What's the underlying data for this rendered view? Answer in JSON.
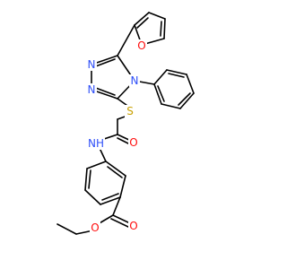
{
  "atoms": {
    "furan_o": {
      "symbol": "O",
      "color": "#ff0d0d"
    },
    "triazole_n1": {
      "symbol": "N",
      "color": "#3050f8"
    },
    "triazole_n2": {
      "symbol": "N",
      "color": "#3050f8"
    },
    "triazole_n4": {
      "symbol": "N",
      "color": "#3050f8"
    },
    "thioether_s": {
      "symbol": "S",
      "color": "#c8a000"
    },
    "amide_nh": {
      "symbol": "NH",
      "color": "#3050f8"
    },
    "amide_o": {
      "symbol": "O",
      "color": "#ff0d0d"
    },
    "ester_o_carbonyl": {
      "symbol": "O",
      "color": "#ff0d0d"
    },
    "ester_o_ether": {
      "symbol": "O",
      "color": "#ff0d0d"
    }
  },
  "bond_color": "#000000"
}
